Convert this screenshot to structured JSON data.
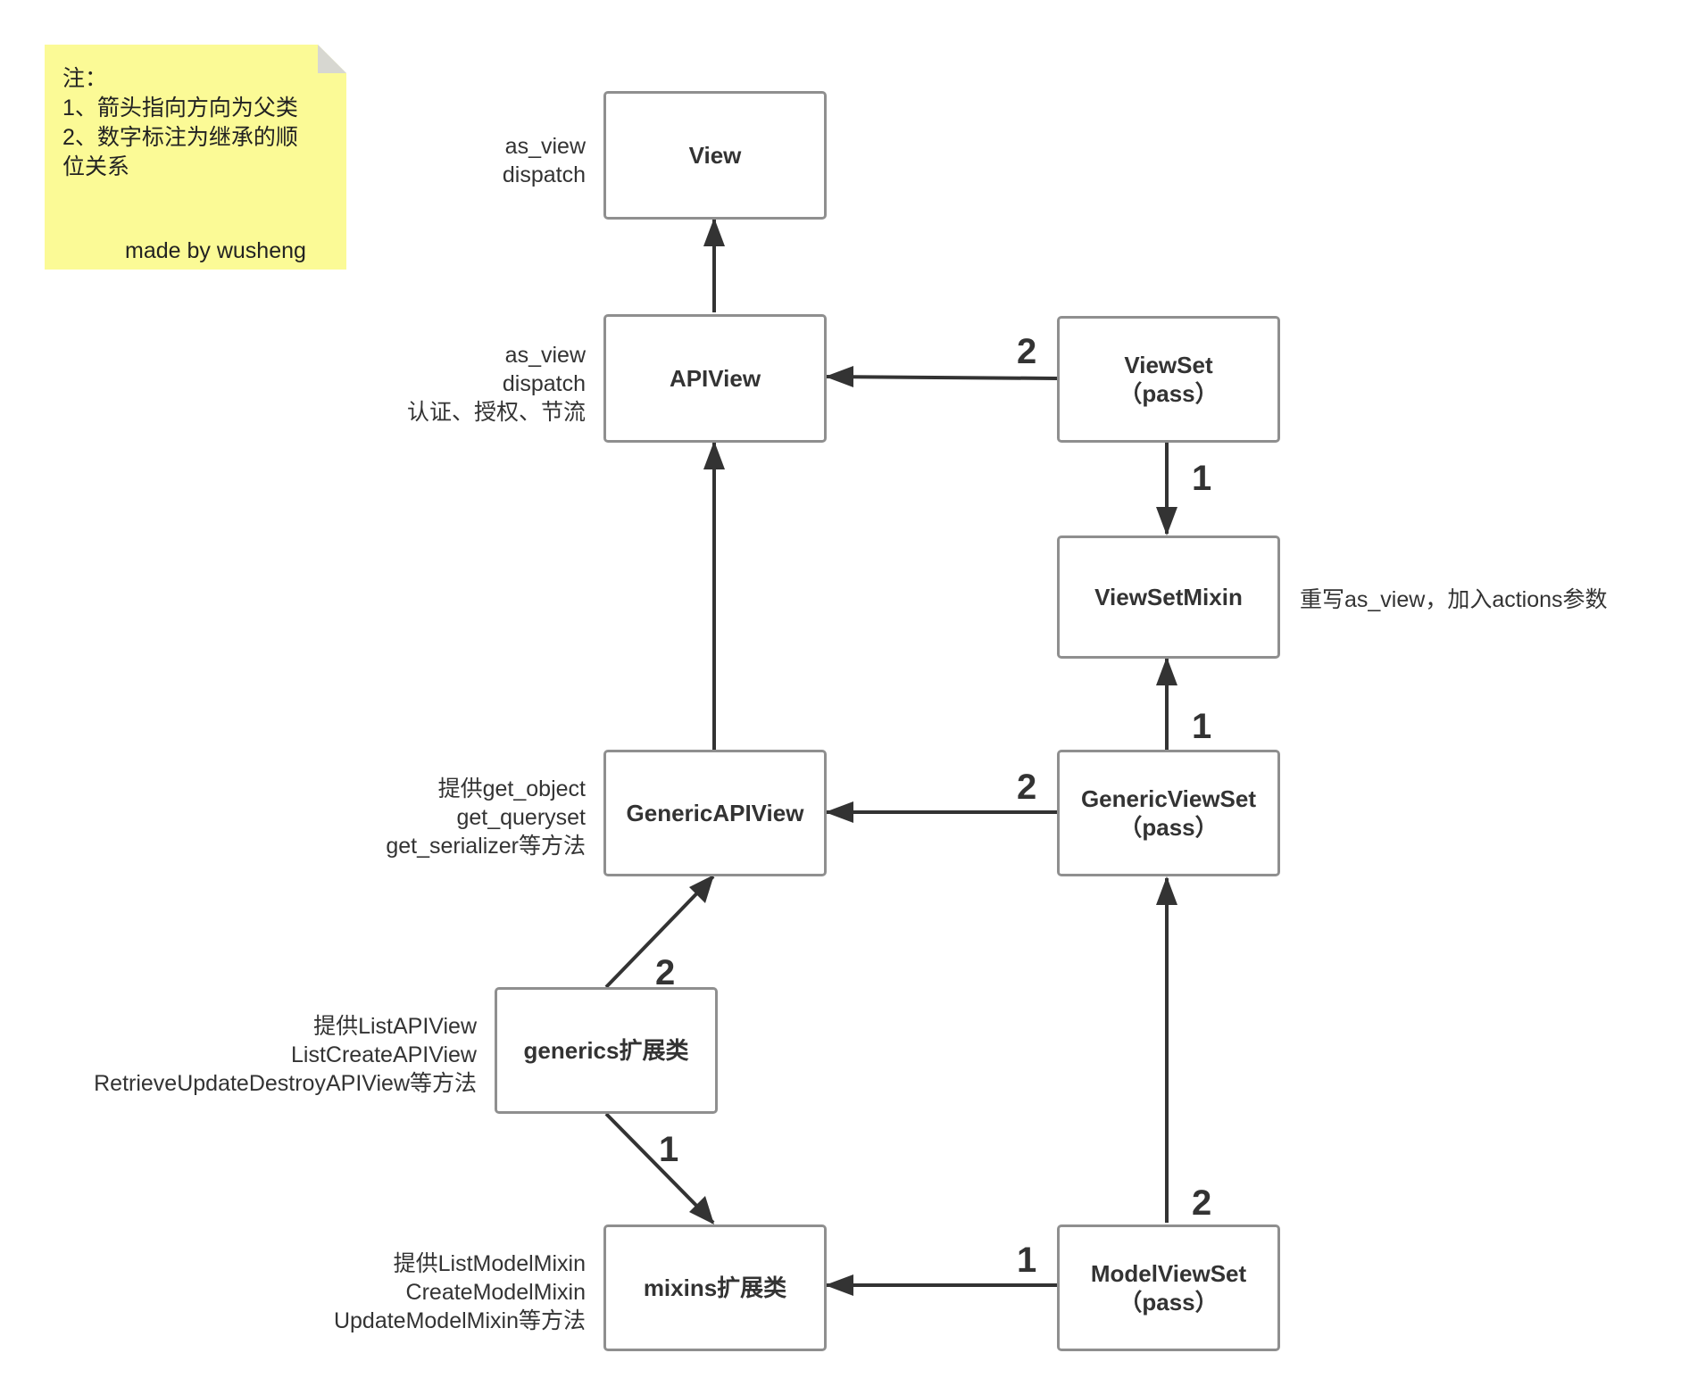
{
  "note": {
    "text": "注：\n1、箭头指向方向为父类\n2、数字标注为继承的顺\n位关系",
    "signature": "made by wusheng"
  },
  "nodes": {
    "view": "View",
    "apiview": "APIView",
    "genericapiview": "GenericAPIView",
    "generics_ext": "generics扩展类",
    "mixins_ext": "mixins扩展类",
    "viewset": "ViewSet\n（pass）",
    "viewsetmixin": "ViewSetMixin",
    "genericviewset": "GenericViewSet\n（pass）",
    "modelviewset": "ModelViewSet\n（pass）"
  },
  "annotations": {
    "view": "as_view\ndispatch",
    "apiview": "as_view\ndispatch\n认证、授权、节流",
    "genericapiview": "提供get_object\nget_queryset\nget_serializer等方法",
    "generics_ext": "提供ListAPIView\nListCreateAPIView\nRetrieveUpdateDestroyAPIView等方法",
    "mixins_ext": "提供ListModelMixin\nCreateModelMixin\nUpdateModelMixin等方法",
    "viewsetmixin": "重写as_view，加入actions参数"
  },
  "order_labels": {
    "viewset_to_apiview": "2",
    "viewset_to_viewsetmixin": "1",
    "genericviewset_to_viewsetmixin": "1",
    "genericviewset_to_genericapiview": "2",
    "generics_to_genericapiview": "2",
    "generics_to_mixins": "1",
    "modelviewset_to_mixins": "1",
    "modelviewset_to_genericviewset": "2"
  }
}
